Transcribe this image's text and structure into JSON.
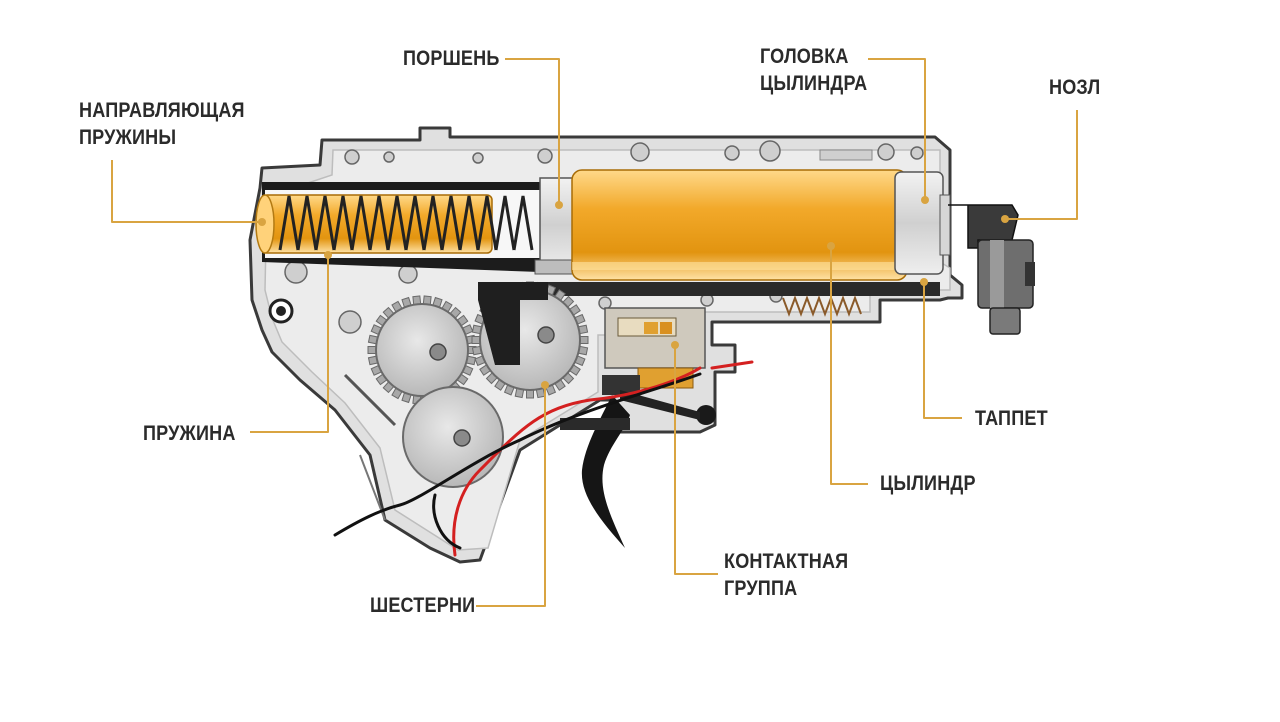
{
  "labels": {
    "spring_guide": [
      "НАПРАВЛЯЮЩАЯ",
      "ПРУЖИНЫ"
    ],
    "piston": "ПОРШЕНЬ",
    "cylinder_head": [
      "ГОЛОВКА",
      "ЦЫЛИНДРА"
    ],
    "nozzle": "НОЗЛ",
    "spring": "ПРУЖИНА",
    "tappet": "ТАППЕТ",
    "cylinder": "ЦЫЛИНДР",
    "contact_group": [
      "КОНТАКТНАЯ",
      "ГРУППА"
    ],
    "gears": "ШЕСТЕРНИ"
  },
  "colors": {
    "leader": "#d9a441",
    "text": "#2b2b2b",
    "brass": "#f0a81e",
    "shell": "#d9d9d9",
    "shell_stroke": "#3a3a3a",
    "wire_red": "#d42020",
    "wire_black": "#111111"
  }
}
